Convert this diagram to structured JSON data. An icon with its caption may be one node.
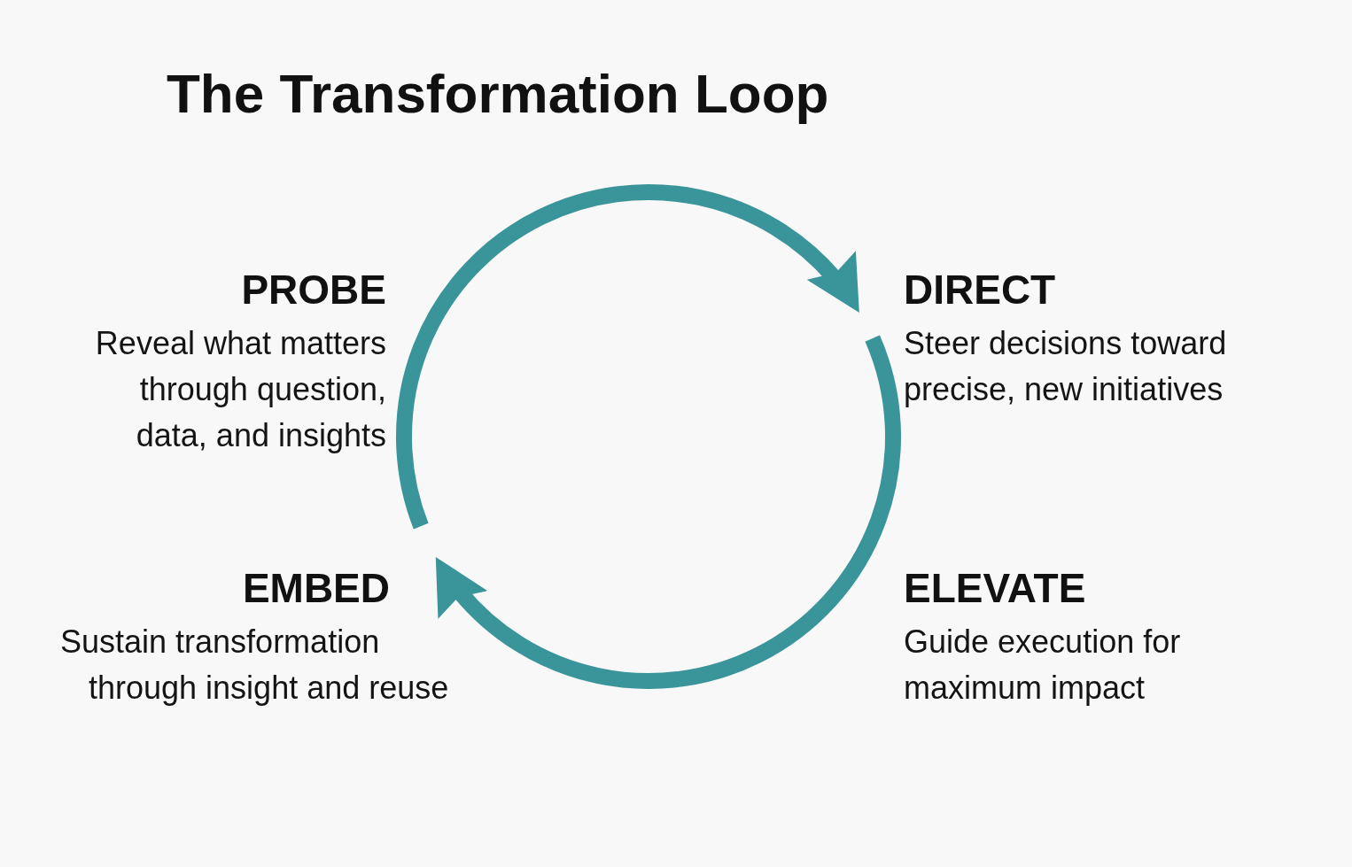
{
  "diagram": {
    "title": "The Transformation Loop",
    "nodes": [
      {
        "text": [
          "PROBE",
          "Reveal what matters through question, data, and insights"
        ]
      },
      {
        "text": [
          "DIRECT",
          "Steer decisions toward precise, new initiatives"
        ]
      },
      {
        "text": [
          "EMBED",
          "Sustain transformation through insight and reuse"
        ]
      },
      {
        "text": [
          "ELEVATE",
          "Guide execution for maximum impact"
        ]
      }
    ],
    "edges": [
      {
        "from": 2,
        "to": 1,
        "arrow": "to"
      },
      {
        "from": 1,
        "to": 2,
        "arrow": "to"
      }
    ]
  }
}
